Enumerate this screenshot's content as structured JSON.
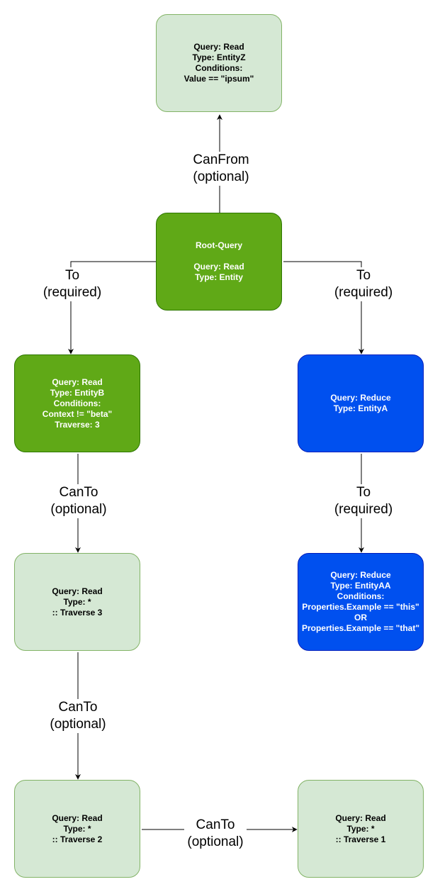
{
  "nodes": {
    "entityz": {
      "lines": [
        "Query: Read",
        "Type: EntityZ",
        "Conditions:",
        "Value == \"ipsum\""
      ]
    },
    "root": {
      "lines": [
        "Root-Query",
        "",
        "Query: Read",
        "Type: Entity"
      ]
    },
    "entityb": {
      "lines": [
        "Query: Read",
        "Type: EntityB",
        "Conditions:",
        "Context != \"beta\"",
        "Traverse: 3"
      ]
    },
    "entitya": {
      "lines": [
        "Query: Reduce",
        "Type: EntityA"
      ]
    },
    "traverse3": {
      "lines": [
        "Query: Read",
        "Type: *",
        ":: Traverse 3"
      ]
    },
    "entityaa": {
      "lines": [
        "Query: Reduce",
        "Type: EntityAA",
        "Conditions:",
        "Properties.Example == \"this\"",
        "OR",
        "Properties.Example == \"that\""
      ]
    },
    "traverse2": {
      "lines": [
        "Query: Read",
        "Type: *",
        ":: Traverse 2"
      ]
    },
    "traverse1": {
      "lines": [
        "Query: Read",
        "Type: *",
        ":: Traverse 1"
      ]
    }
  },
  "edges": {
    "root_to_entityz": {
      "lines": [
        "CanFrom",
        "(optional)"
      ]
    },
    "root_to_entityb": {
      "lines": [
        "To",
        "(required)"
      ]
    },
    "root_to_entitya": {
      "lines": [
        "To",
        "(required)"
      ]
    },
    "entityb_to_traverse3": {
      "lines": [
        "CanTo",
        "(optional)"
      ]
    },
    "entitya_to_entityaa": {
      "lines": [
        "To",
        "(required)"
      ]
    },
    "traverse3_to_traverse2": {
      "lines": [
        "CanTo",
        "(optional)"
      ]
    },
    "traverse2_to_traverse1": {
      "lines": [
        "CanTo",
        "(optional)"
      ]
    }
  },
  "colors": {
    "light_fill": "#d5e8d4",
    "light_stroke": "#82b366",
    "green_fill": "#60a917",
    "green_stroke": "#2d7600",
    "blue_fill": "#0050ef",
    "blue_stroke": "#001dbc",
    "edge": "#000000"
  }
}
